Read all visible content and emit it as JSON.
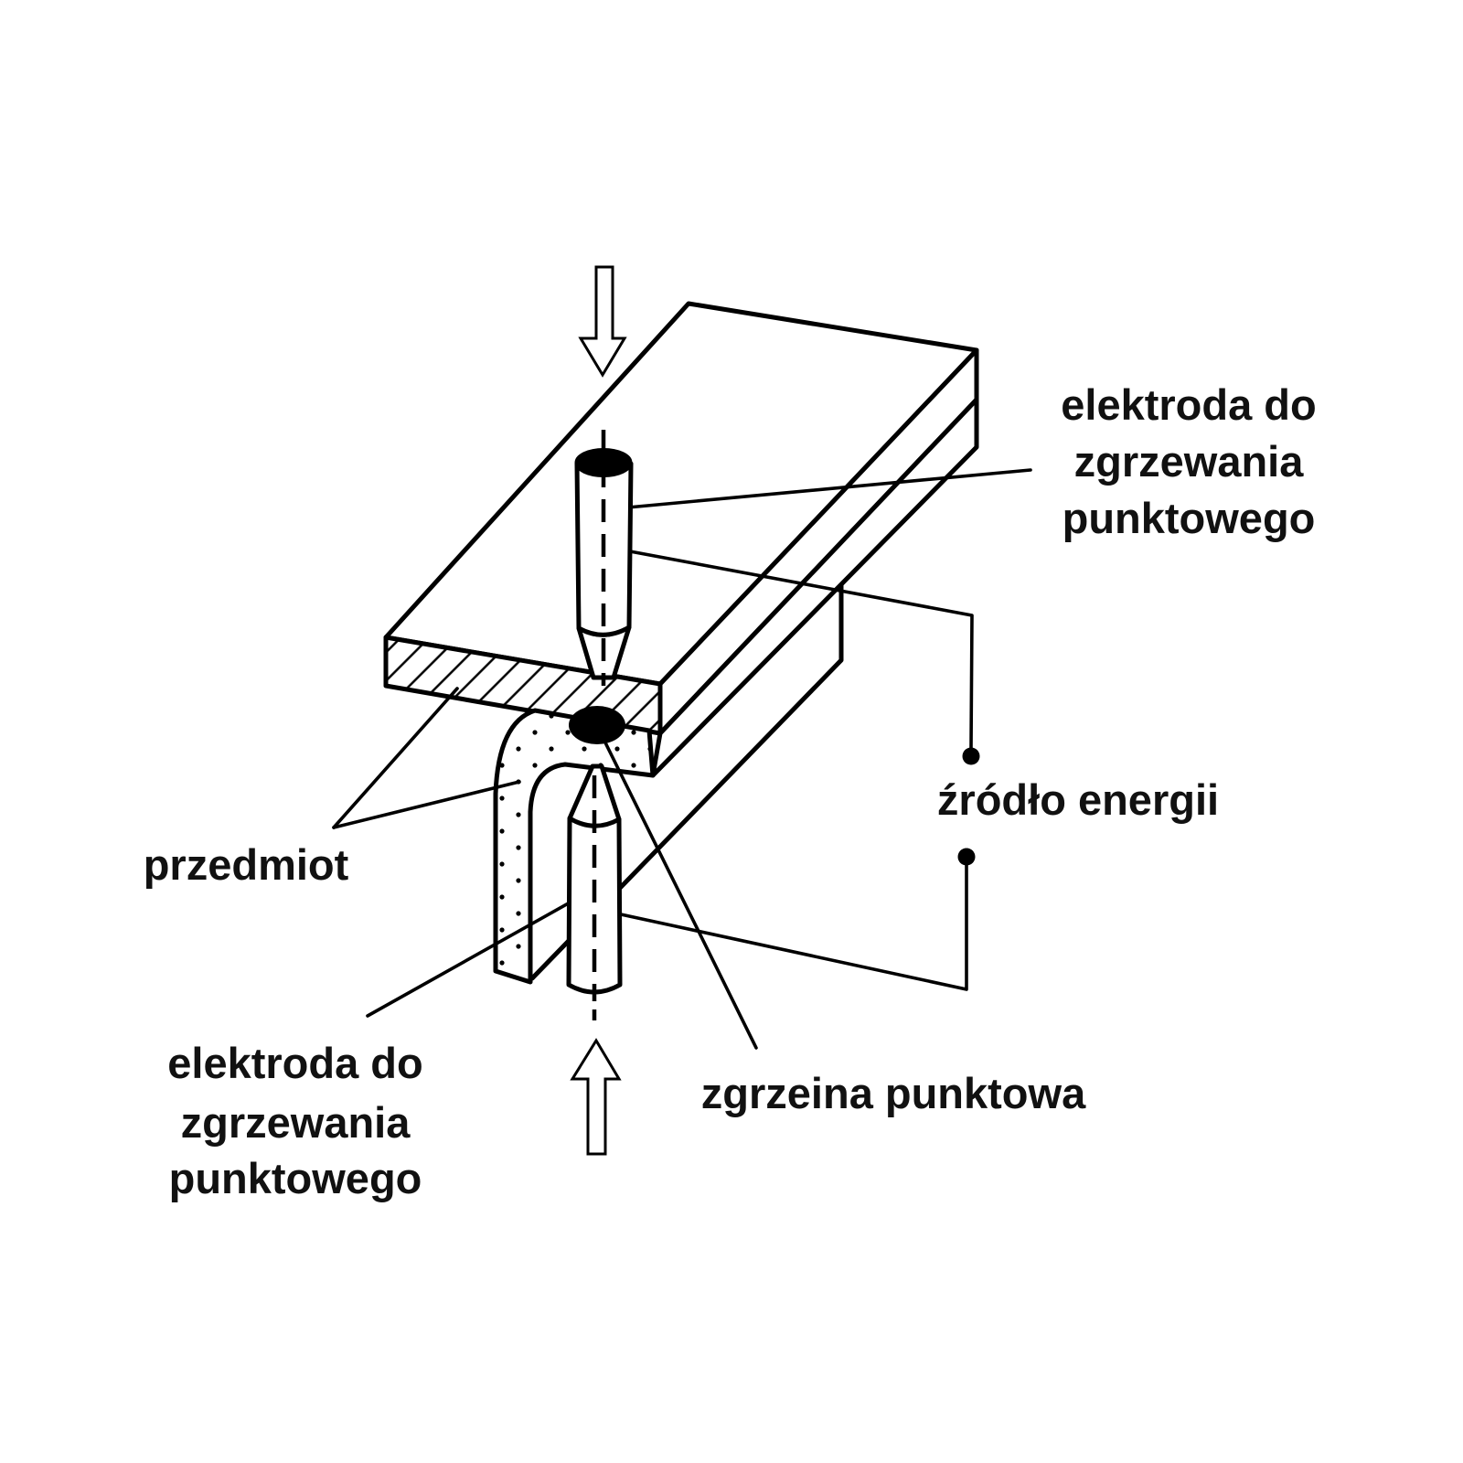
{
  "figure": {
    "kind": "technical-diagram",
    "subject": "resistance spot welding cross-section"
  },
  "labels": {
    "electrode_top": {
      "line1": "elektroda do",
      "line2": "zgrzewania",
      "line3": "punktowego"
    },
    "energy_source": {
      "text": "źródło energii"
    },
    "workpiece": {
      "text": "przedmiot"
    },
    "electrode_bottom": {
      "line1": "elektroda do",
      "line2": "zgrzewania",
      "line3": "punktowego"
    },
    "spot_weld": {
      "text": "zgrzeina punktowa"
    }
  },
  "icons": {
    "force_down": "down-arrow",
    "force_up": "up-arrow",
    "terminal_top": "terminal-dot",
    "terminal_bottom": "terminal-dot"
  },
  "colors": {
    "paper": "#ffffff",
    "ink": "#000000",
    "text": "#111111",
    "weld_nugget": "#000000"
  }
}
